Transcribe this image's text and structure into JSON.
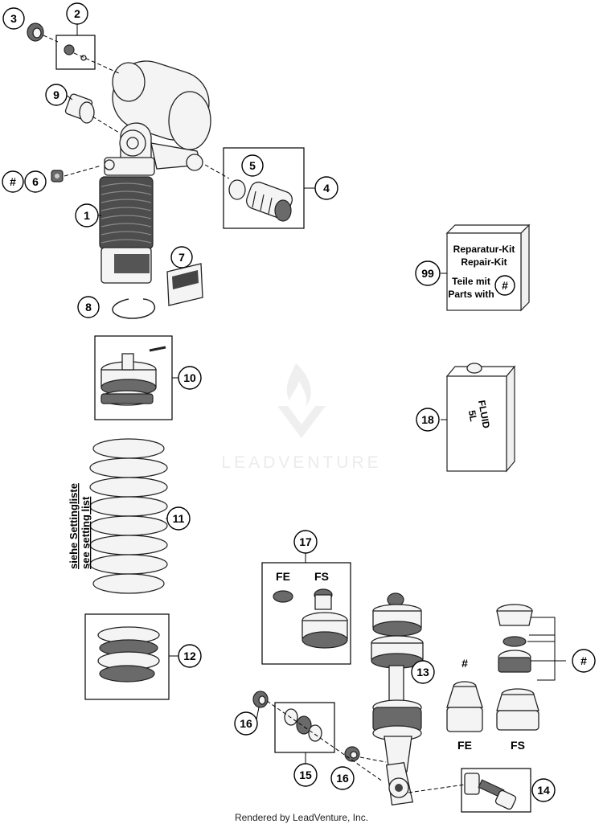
{
  "callouts": {
    "c1": "1",
    "c2": "2",
    "c3": "3",
    "c4": "4",
    "c5": "5",
    "c6": "6",
    "c7": "7",
    "c8": "8",
    "c9": "9",
    "c10": "10",
    "c11": "11",
    "c12": "12",
    "c13": "13",
    "c14": "14",
    "c15": "15",
    "c16a": "16",
    "c16b": "16",
    "c17": "17",
    "c18": "18",
    "c99": "99",
    "hash6": "#",
    "hash13": "#",
    "hashR": "#",
    "hashKit": "#"
  },
  "labels": {
    "fe_top": "FE",
    "fs_top": "FS",
    "fe_bottom": "FE",
    "fs_bottom": "FS",
    "fluid_line1": "FLUID",
    "fluid_line2": "5L",
    "setting_de": "siehe Settingliste",
    "setting_en": "see setting list"
  },
  "repair_kit": {
    "line1": "Reparatur-Kit",
    "line2": "Repair-Kit",
    "line3": "Teile mit",
    "line4": "Parts with"
  },
  "watermark": "LEADVENTURE",
  "footer": "Rendered by LeadVenture, Inc."
}
